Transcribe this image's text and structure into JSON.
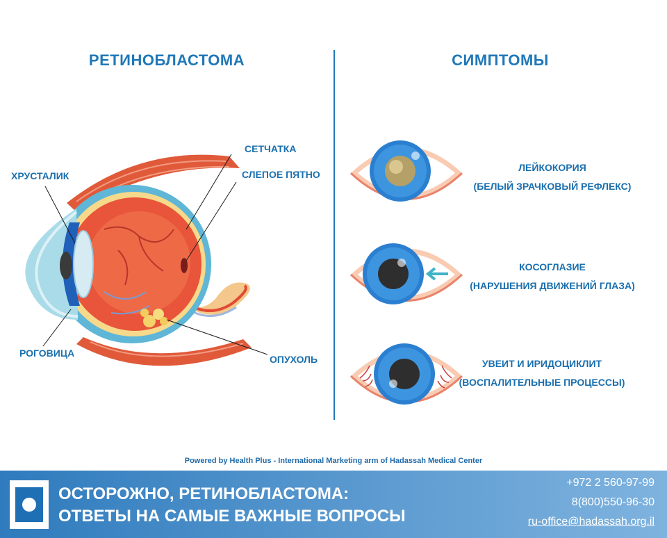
{
  "headings": {
    "left": "РЕТИНОБЛАСТОМА",
    "right": "СИМПТОМЫ"
  },
  "labels": {
    "lens": "ХРУСТАЛИК",
    "retina": "СЕТЧАТКА",
    "blind_spot": "СЛЕПОЕ ПЯТНО",
    "cornea": "РОГОВИЦА",
    "tumor": "ОПУХОЛЬ"
  },
  "symptoms": [
    {
      "name": "ЛЕЙКОКОРИЯ",
      "detail": "(БЕЛЫЙ ЗРАЧКОВЫЙ РЕФЛЕКС)",
      "icon": "leukocoria-eye-icon"
    },
    {
      "name": "КОСОГЛАЗИЕ",
      "detail": "(НАРУШЕНИЯ ДВИЖЕНИЙ ГЛАЗА)",
      "icon": "strabismus-eye-icon"
    },
    {
      "name": "УВЕИТ И ИРИДОЦИКЛИТ",
      "detail": "(ВОСПАЛИТЕЛЬНЫЕ ПРОЦЕССЫ)",
      "icon": "inflamed-eye-icon"
    }
  ],
  "powered_by": "Powered by Health Plus - International Marketing arm of Hadassah Medical Center",
  "footer": {
    "title_line1": "ОСТОРОЖНО, РЕТИНОБЛАСТОМА:",
    "title_line2": "ОТВЕТЫ НА САМЫЕ ВАЖНЫЕ ВОПРОСЫ",
    "phone1": "+972 2 560-97-99",
    "phone2": "8(800)550-96-30",
    "email": "ru-office@hadassah.org.il",
    "logo_icon": "hadassah-logo-icon"
  },
  "colors": {
    "accent": "#1f78b8",
    "muscle": "#e25c3c",
    "eye_red": "#e8553a",
    "iris": "#2b7fd0",
    "footer": "#2f7bbd"
  }
}
